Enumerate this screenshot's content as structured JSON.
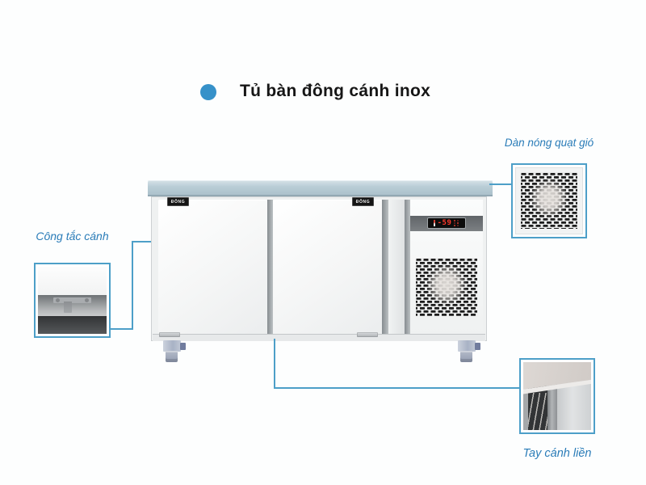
{
  "title": {
    "text": "Tủ bàn đông cánh inox"
  },
  "product": {
    "brand_badge": "ĐÔNG",
    "display": {
      "value": "-59"
    }
  },
  "callouts": {
    "condenser_fan": {
      "label": "Dàn nóng quạt gió"
    },
    "door_switch": {
      "label": "Công tắc cánh"
    },
    "door_handle": {
      "label": "Tay cánh liền"
    }
  },
  "icons": {
    "title_bullet": "filled-circle",
    "condenser_grille": "perforated-brick-grille"
  },
  "colors": {
    "title_bullet": "#3691c9",
    "accent_text": "#2a7cb8",
    "connector_line": "#4d9fc8",
    "callout_border": "#4d9fc8",
    "display_digits": "#ff392c",
    "countertop": "#b9cdd6",
    "cabinet_white": "#f5f6f6",
    "control_strip": "#6b6f72"
  }
}
